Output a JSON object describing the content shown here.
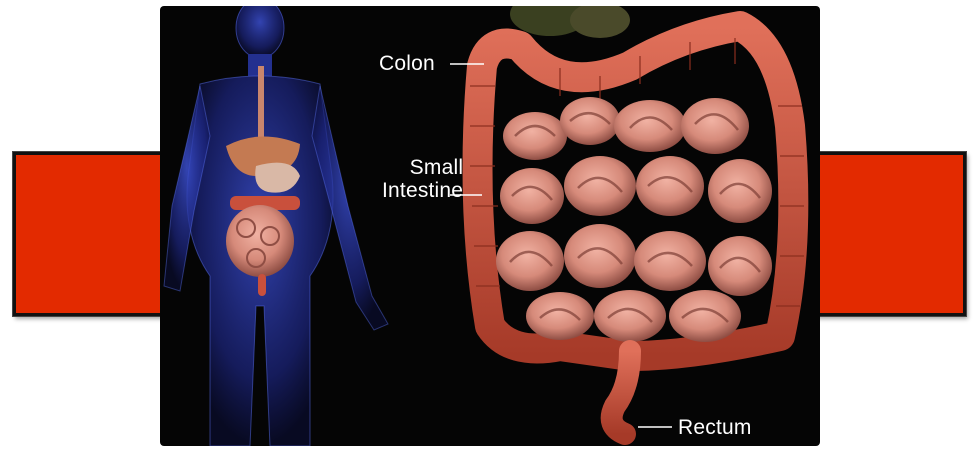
{
  "image": {
    "labels": {
      "colon": "Colon",
      "small_intestine_line1": "Small",
      "small_intestine_line2": "Intestine",
      "rectum": "Rectum"
    },
    "colors": {
      "banner_red": "#e32a00",
      "background": "#050505",
      "body_blue": "#2a3aa8",
      "intestine_pink": "#d98b7c",
      "colon_red": "#c9503c"
    }
  }
}
